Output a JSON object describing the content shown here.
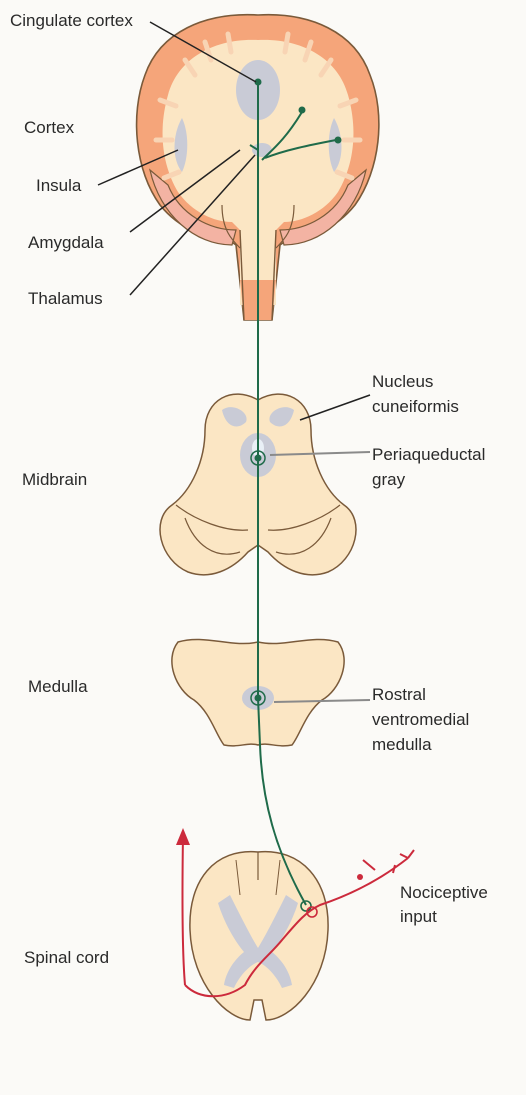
{
  "labels": {
    "cingulate": "Cingulate cortex",
    "cortex": "Cortex",
    "insula": "Insula",
    "amygdala": "Amygdala",
    "thalamus": "Thalamus",
    "nucleus_1": "Nucleus",
    "nucleus_2": "cuneiformis",
    "midbrain": "Midbrain",
    "periaqueductal_1": "Periaqueductal",
    "periaqueductal_2": "gray",
    "medulla": "Medulla",
    "rvm_1": "Rostral",
    "rvm_2": "ventromedial",
    "rvm_3": "medulla",
    "nociceptive_1": "Nociceptive",
    "nociceptive_2": "input",
    "spinal_cord": "Spinal cord"
  },
  "colors": {
    "tissue": "#fbe6c4",
    "tissue_outline": "#7a5a3a",
    "cortex_orange": "#f5a57a",
    "cortex_pink": "#f3b3a3",
    "gray_matter": "#c9cbd6",
    "pathway_green": "#1f6b4a",
    "nociceptive_red": "#cc2a3c"
  }
}
